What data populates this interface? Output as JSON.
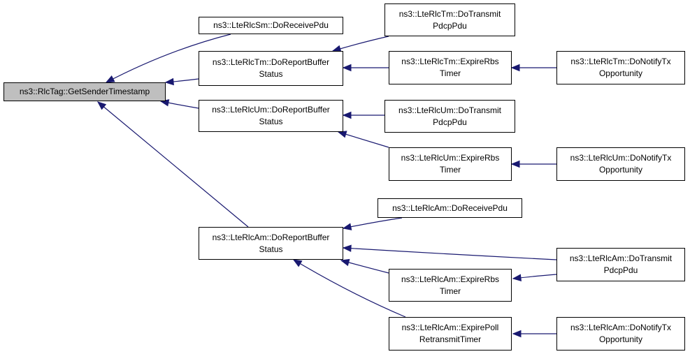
{
  "diagram": {
    "colors": {
      "edge": "#191970",
      "root_fill": "#bfbfbf",
      "node_fill": "#ffffff",
      "border": "#000000"
    },
    "nodes": {
      "n0": {
        "lines": [
          "ns3::RlcTag::GetSenderTimestamp"
        ]
      },
      "n1": {
        "lines": [
          "ns3::LteRlcSm::DoReceivePdu"
        ]
      },
      "n2": {
        "lines": [
          "ns3::LteRlcTm::DoReportBuffer",
          "Status"
        ]
      },
      "n3": {
        "lines": [
          "ns3::LteRlcUm::DoReportBuffer",
          "Status"
        ]
      },
      "n4": {
        "lines": [
          "ns3::LteRlcAm::DoReportBuffer",
          "Status"
        ]
      },
      "n5": {
        "lines": [
          "ns3::LteRlcTm::DoTransmit",
          "PdcpPdu"
        ]
      },
      "n6": {
        "lines": [
          "ns3::LteRlcTm::ExpireRbs",
          "Timer"
        ]
      },
      "n7": {
        "lines": [
          "ns3::LteRlcTm::DoNotifyTx",
          "Opportunity"
        ]
      },
      "n8": {
        "lines": [
          "ns3::LteRlcUm::DoTransmit",
          "PdcpPdu"
        ]
      },
      "n9": {
        "lines": [
          "ns3::LteRlcUm::ExpireRbs",
          "Timer"
        ]
      },
      "n10": {
        "lines": [
          "ns3::LteRlcUm::DoNotifyTx",
          "Opportunity"
        ]
      },
      "n11": {
        "lines": [
          "ns3::LteRlcAm::DoReceivePdu"
        ]
      },
      "n12": {
        "lines": [
          "ns3::LteRlcAm::DoTransmit",
          "PdcpPdu"
        ]
      },
      "n13": {
        "lines": [
          "ns3::LteRlcAm::ExpireRbs",
          "Timer"
        ]
      },
      "n14": {
        "lines": [
          "ns3::LteRlcAm::ExpirePoll",
          "RetransmitTimer"
        ]
      },
      "n15": {
        "lines": [
          "ns3::LteRlcAm::DoNotifyTx",
          "Opportunity"
        ]
      }
    },
    "edges": [
      {
        "from": "n1",
        "to": "n0"
      },
      {
        "from": "n2",
        "to": "n0"
      },
      {
        "from": "n3",
        "to": "n0"
      },
      {
        "from": "n4",
        "to": "n0"
      },
      {
        "from": "n5",
        "to": "n2"
      },
      {
        "from": "n6",
        "to": "n2"
      },
      {
        "from": "n7",
        "to": "n6"
      },
      {
        "from": "n8",
        "to": "n3"
      },
      {
        "from": "n9",
        "to": "n3"
      },
      {
        "from": "n10",
        "to": "n9"
      },
      {
        "from": "n11",
        "to": "n4"
      },
      {
        "from": "n12",
        "to": "n4"
      },
      {
        "from": "n13",
        "to": "n4"
      },
      {
        "from": "n14",
        "to": "n4"
      },
      {
        "from": "n12",
        "to": "n13"
      },
      {
        "from": "n15",
        "to": "n14"
      }
    ]
  }
}
